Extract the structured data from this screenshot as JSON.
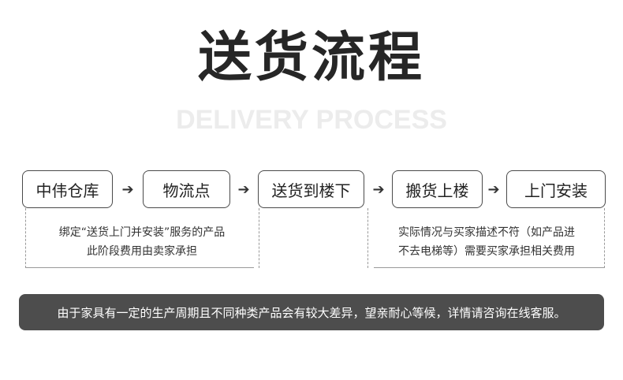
{
  "header": {
    "title": "送货流程",
    "subtitle": "DELIVERY PROCESS"
  },
  "steps": [
    {
      "label": "中伟仓库"
    },
    {
      "label": "物流点"
    },
    {
      "label": "送货到楼下"
    },
    {
      "label": "搬货上楼"
    },
    {
      "label": "上门安装"
    }
  ],
  "arrow_glyph": "➔",
  "notes": {
    "left": {
      "line1": "绑定“送货上门并安装”服务的产品",
      "line2": "此阶段费用由卖家承担"
    },
    "right": {
      "line1": "实际情况与买家描述不符（如产品进",
      "line2": "不去电梯等）需要买家承担相关费用"
    }
  },
  "footer": {
    "message": "由于家具有一定的生产周期且不同种类产品会有较大差异，望亲耐心等候，详情请咨询在线客服。"
  },
  "colors": {
    "border": "#4a4a4a",
    "footer_bg": "#4d4d4d",
    "subtitle": "#ececec"
  }
}
